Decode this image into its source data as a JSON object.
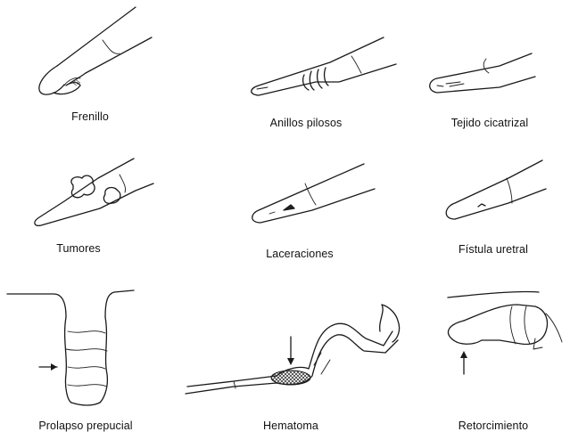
{
  "figures": [
    {
      "id": "frenillo",
      "label": "Frenillo"
    },
    {
      "id": "anillos",
      "label": "Anillos pilosos"
    },
    {
      "id": "tejido",
      "label": "Tejido cicatrizal"
    },
    {
      "id": "tumores",
      "label": "Tumores"
    },
    {
      "id": "laceraciones",
      "label": "Laceraciones"
    },
    {
      "id": "fistula",
      "label": "Fístula uretral"
    },
    {
      "id": "prolapso",
      "label": "Prolapso prepucial"
    },
    {
      "id": "hematoma",
      "label": "Hematoma"
    },
    {
      "id": "retorcimiento",
      "label": "Retorcimiento"
    }
  ]
}
